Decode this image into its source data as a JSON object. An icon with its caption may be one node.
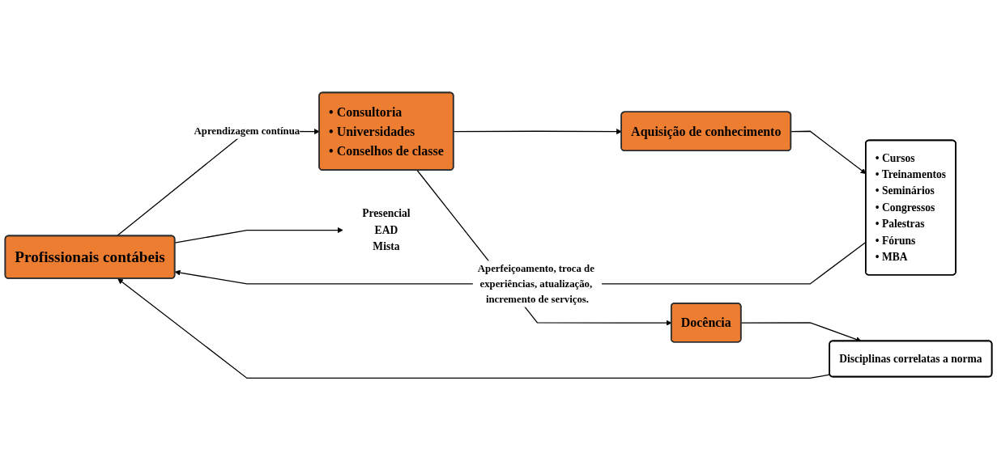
{
  "diagram": {
    "nodes": [
      {
        "text": [
          "Profissionais contábeis"
        ]
      },
      {
        "text": [
          "• Consultoria",
          "• Universidades",
          "• Conselhos de classe"
        ]
      },
      {
        "text": [
          "Aquisição de conhecimento"
        ]
      },
      {
        "text": [
          "Docência"
        ]
      },
      {
        "text": [
          "• Cursos",
          "• Treinamentos",
          "• Seminários",
          "• Congressos",
          "• Palestras",
          "• Fóruns",
          "• MBA"
        ]
      },
      {
        "text": [
          "Disciplinas correlatas a norma"
        ]
      },
      {
        "text": [
          "Presencial",
          "EAD",
          "Mista"
        ]
      }
    ],
    "edges": [
      {
        "from": 0,
        "to": 1,
        "arrow": "to",
        "label": "Aprendizagem contínua"
      },
      {
        "from": 0,
        "to": 6,
        "arrow": "to"
      },
      {
        "from": 1,
        "to": 2,
        "arrow": "to"
      },
      {
        "from": 1,
        "to": 3,
        "arrow": "to"
      },
      {
        "from": 2,
        "to": 4,
        "arrow": "to"
      },
      {
        "from": 3,
        "to": 5,
        "arrow": "to"
      },
      {
        "from": 4,
        "to": 0,
        "arrow": "to",
        "label": "Aperfeiçoamento, troca de experiências, atualização, incremento de serviços."
      },
      {
        "from": 5,
        "to": 0,
        "arrow": "to"
      }
    ]
  }
}
